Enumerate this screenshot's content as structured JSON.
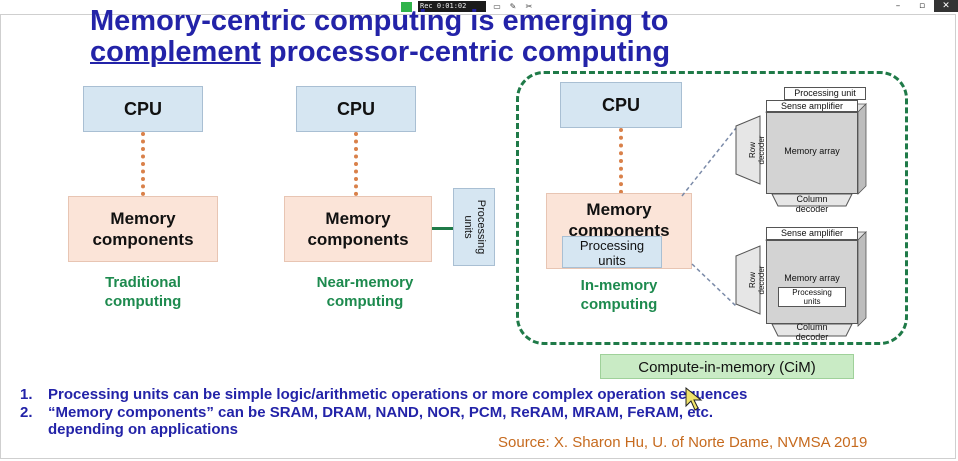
{
  "recorder": {
    "time_label": "Rec 0:01:02"
  },
  "title": {
    "line1": "Memory-centric computing is emerging to",
    "line2_underlined": "complement",
    "line2_rest": " processor-centric computing"
  },
  "traditional": {
    "cpu": "CPU",
    "memory_line1": "Memory",
    "memory_line2": "components",
    "label_line1": "Traditional",
    "label_line2": "computing"
  },
  "near_memory": {
    "cpu": "CPU",
    "memory_line1": "Memory",
    "memory_line2": "components",
    "pu_line1": "Processing",
    "pu_line2": "units",
    "label_line1": "Near-memory",
    "label_line2": "computing"
  },
  "in_memory": {
    "cpu": "CPU",
    "memory_line1": "Memory",
    "memory_line2": "components",
    "pu_line1": "Processing",
    "pu_line2": "units",
    "label_line1": "In-memory",
    "label_line2": "computing"
  },
  "array_top": {
    "processing_unit": "Processing unit",
    "sense_amplifier": "Sense amplifier",
    "row_decoder_line1": "Row",
    "row_decoder_line2": "decoder",
    "memory_array": "Memory array",
    "column_decoder_line1": "Column",
    "column_decoder_line2": "decoder"
  },
  "array_bottom": {
    "sense_amplifier": "Sense amplifier",
    "row_decoder_line1": "Row",
    "row_decoder_line2": "decoder",
    "memory_array": "Memory array",
    "processing_units_line1": "Processing",
    "processing_units_line2": "units",
    "column_decoder_line1": "Column",
    "column_decoder_line2": "decoder"
  },
  "cim_label": "Compute-in-memory (CiM)",
  "notes": [
    {
      "num": "1.",
      "text": "Processing units can be simple logic/arithmetic operations or more complex operation sequences"
    },
    {
      "num": "2.",
      "text": "“Memory components” can be SRAM, DRAM, NAND, NOR, PCM, ReRAM, MRAM, FeRAM, etc.",
      "cont": "depending on applications"
    }
  ],
  "source": "Source: X. Sharon Hu, U. of Norte Dame, NVMSA 2019",
  "colors": {
    "title": "#2323a8",
    "green": "#1d8a4e",
    "source": "#c66a1e",
    "cpu_fill": "#d6e6f2",
    "memory_fill": "#fbe4d8"
  }
}
